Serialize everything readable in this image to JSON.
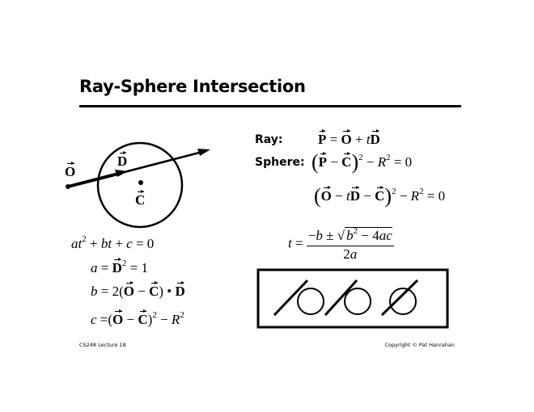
{
  "slide": {
    "title": "Ray-Sphere Intersection",
    "footer_left": "CS248 Lecture 18",
    "footer_right": "Copyright © Pat Hanrahan"
  },
  "diagram": {
    "origin_label": "O",
    "direction_label": "D",
    "center_label": "C"
  },
  "labels": {
    "ray": "Ray:",
    "sphere": "Sphere:"
  },
  "formulas": {
    "ray": [
      {
        "v": "P"
      },
      {
        "t": " = "
      },
      {
        "v": "O"
      },
      {
        "t": " + "
      },
      {
        "i": "t"
      },
      {
        "v": "D"
      }
    ],
    "sphere": [
      {
        "p": "("
      },
      {
        "v": "P"
      },
      {
        "t": " − "
      },
      {
        "v": "C"
      },
      {
        "p": ")"
      },
      {
        "sup": "2"
      },
      {
        "t": " − "
      },
      {
        "i": "R"
      },
      {
        "sup": "2"
      },
      {
        "t": " = 0"
      }
    ],
    "substituted": [
      {
        "p": "("
      },
      {
        "v": "O"
      },
      {
        "t": " − "
      },
      {
        "i": "t"
      },
      {
        "v": "D"
      },
      {
        "t": " − "
      },
      {
        "v": "C"
      },
      {
        "p": ")"
      },
      {
        "sup": "2"
      },
      {
        "t": " − "
      },
      {
        "i": "R"
      },
      {
        "sup": "2"
      },
      {
        "t": " = 0"
      }
    ],
    "quadratic": [
      {
        "i": "at"
      },
      {
        "sup": "2"
      },
      {
        "t": " + "
      },
      {
        "i": "bt"
      },
      {
        "t": " + "
      },
      {
        "i": "c"
      },
      {
        "t": " = 0"
      }
    ],
    "a_def": [
      {
        "i": "a"
      },
      {
        "t": " = "
      },
      {
        "v": "D"
      },
      {
        "sup": "2"
      },
      {
        "t": " = 1"
      }
    ],
    "b_def": [
      {
        "i": "b"
      },
      {
        "t": " = 2("
      },
      {
        "v": "O"
      },
      {
        "t": " − "
      },
      {
        "v": "C"
      },
      {
        "t": ") • "
      },
      {
        "v": "D"
      }
    ],
    "c_def": [
      {
        "i": "c"
      },
      {
        "t": " =("
      },
      {
        "v": "O"
      },
      {
        "t": " − "
      },
      {
        "v": "C"
      },
      {
        "t": ")"
      },
      {
        "sup": "2"
      },
      {
        "t": " − "
      },
      {
        "i": "R"
      },
      {
        "sup": "2"
      }
    ],
    "solution_lhs": [
      {
        "i": "t"
      },
      {
        "t": " = "
      }
    ],
    "solution_num_a": [
      {
        "t": "−"
      },
      {
        "i": "b"
      },
      {
        "t": " ± "
      }
    ],
    "solution_sqrt": [
      {
        "i": "b"
      },
      {
        "sup": "2"
      },
      {
        "t": " − 4"
      },
      {
        "i": "ac"
      }
    ],
    "solution_den": [
      {
        "t": "2"
      },
      {
        "i": "a"
      }
    ]
  }
}
